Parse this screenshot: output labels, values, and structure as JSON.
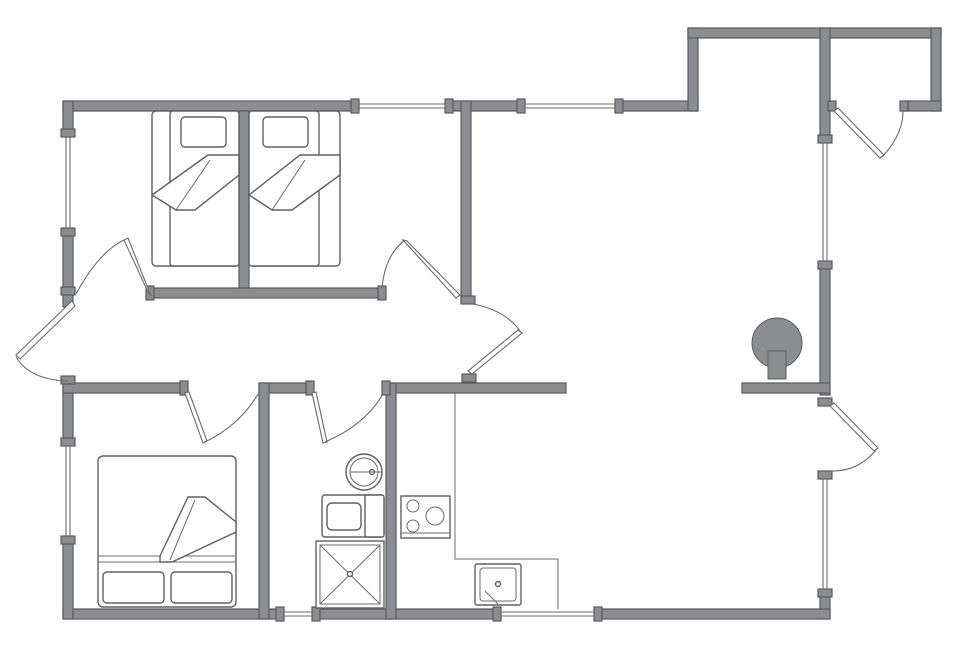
{
  "plan": {
    "colors": {
      "wall_fill": "#8c8d90",
      "wall_stroke": "#5a5b5e",
      "line": "#6a6b6e",
      "background": "#ffffff"
    },
    "rooms": [
      "bedroom-twin",
      "bedroom-double",
      "hallway",
      "bathroom",
      "kitchen",
      "living-room",
      "storage"
    ],
    "furniture": [
      "twin-bed-left",
      "twin-bed-right",
      "double-bed",
      "washbasin",
      "toilet",
      "shower",
      "stove",
      "kitchen-sink",
      "wood-stove"
    ]
  }
}
